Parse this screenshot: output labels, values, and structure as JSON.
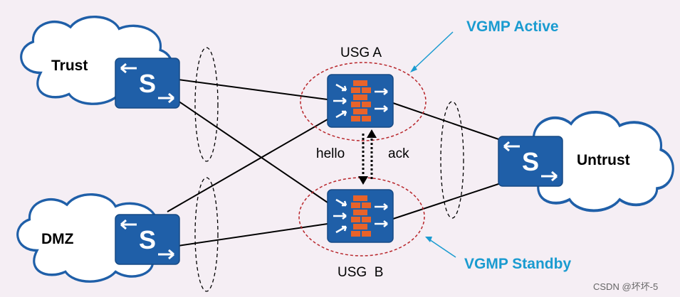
{
  "zones": {
    "trust": "Trust",
    "dmz": "DMZ",
    "untrust": "Untrust"
  },
  "firewalls": {
    "a": "USG A",
    "b": "USG  B"
  },
  "annotations": {
    "active": "VGMP Active",
    "standby": "VGMP Standby",
    "hello": "hello",
    "ack": "ack"
  },
  "watermark": "CSDN @坏坏-5",
  "colors": {
    "device_blue": "#1f5fa8",
    "firewall_brick": "#e8632a",
    "annotation_blue": "#1a9bd0",
    "dashed_red": "#b8252a"
  },
  "icons": {
    "switch": "switch-icon",
    "firewall": "firewall-icon",
    "cloud": "cloud-icon"
  }
}
